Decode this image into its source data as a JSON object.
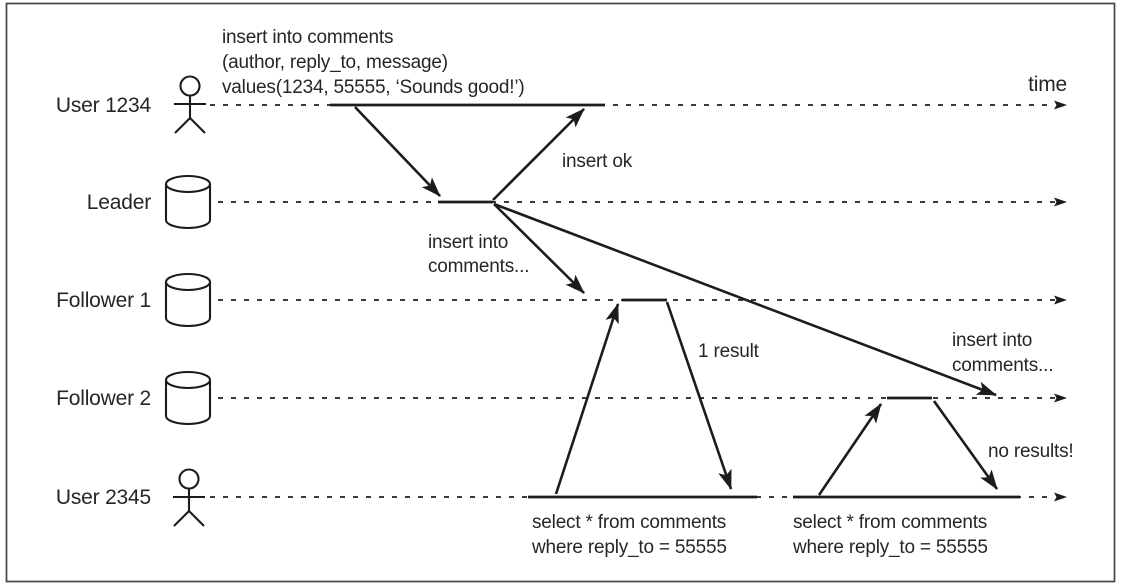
{
  "figure": {
    "time_label": "time",
    "actors": [
      {
        "label": "User 1234",
        "icon": "person"
      },
      {
        "label": "Leader",
        "icon": "database"
      },
      {
        "label": "Follower 1",
        "icon": "database"
      },
      {
        "label": "Follower 2",
        "icon": "database"
      },
      {
        "label": "User 2345",
        "icon": "person"
      }
    ],
    "messages": {
      "insert_statement": [
        "insert into comments",
        "(author, reply_to, message)",
        "values(1234, 55555, ‘Sounds good!’)"
      ],
      "insert_ok": "insert ok",
      "replicate_follower1": [
        "insert into",
        "comments..."
      ],
      "replicate_follower2": [
        "insert into",
        "comments..."
      ],
      "query1": [
        "select * from comments",
        "where reply_to = 55555"
      ],
      "query1_result": "1 result",
      "query2": [
        "select * from comments",
        "where reply_to = 55555"
      ],
      "query2_result": "no results!"
    },
    "colors": {
      "ink": "#1c1c1c",
      "frame": "#454545",
      "background": "#ffffff"
    }
  }
}
